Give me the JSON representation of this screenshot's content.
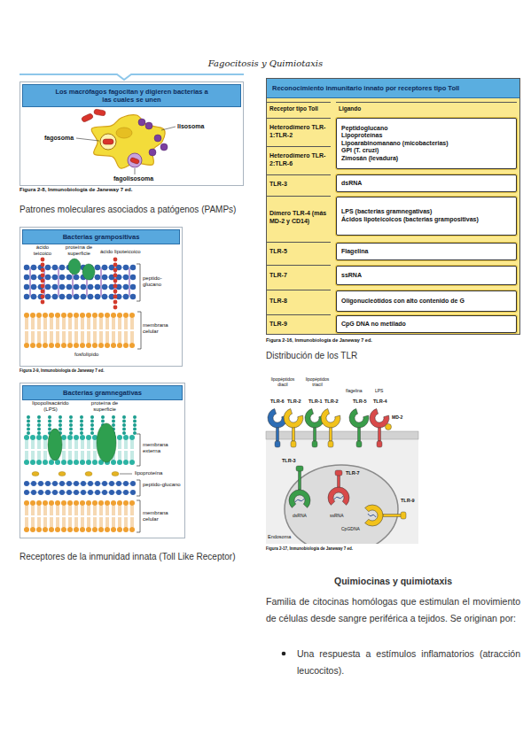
{
  "diagram": {
    "title": "Fagocitosis y Quimiotaxis",
    "nodes": [
      {
        "text": [
          "Los macrófagos fagocitan y digieren bacterias a las cuales se unen"
        ]
      },
      {
        "text": [
          "Bacterias grampositivas"
        ]
      },
      {
        "text": [
          "Bacterias gramnegativas"
        ]
      },
      {
        "text": [
          "Reconocimiento inmunitario innato por receptores tipo Toll"
        ]
      },
      {
        "text": [
          "Receptor tipo Toll"
        ],
        "in": 3
      },
      {
        "text": [
          "Ligando"
        ],
        "in": 3
      },
      {
        "text": [
          "Heterodímero TLR-1:TLR-2"
        ],
        "in": 3
      },
      {
        "text": [
          "Heterodímero TLR-2:TLR-6"
        ],
        "in": 3
      },
      {
        "text": [
          "Peptidoglucano",
          "Lipoproteínas",
          "Lipoarabinomanano (micobacterias)",
          "GPI (T. cruzi)",
          "Zimosán (levadura)"
        ],
        "in": 3
      },
      {
        "text": [
          "TLR-3"
        ],
        "in": 3
      },
      {
        "text": [
          "dsRNA"
        ],
        "in": 3
      },
      {
        "text": [
          "Dímero TLR-4 (más MD-2 y CD14)"
        ],
        "in": 3
      },
      {
        "text": [
          "LPS (bacterias gramnegativas)",
          "Ácidos lipoteicoicos (bacterias grampositivas)"
        ],
        "in": 3
      },
      {
        "text": [
          "TLR-5"
        ],
        "in": 3
      },
      {
        "text": [
          "Flagelina"
        ],
        "in": 3
      },
      {
        "text": [
          "TLR-7"
        ],
        "in": 3
      },
      {
        "text": [
          "ssRNA"
        ],
        "in": 3
      },
      {
        "text": [
          "TLR-8"
        ],
        "in": 3
      },
      {
        "text": [
          "Oligonucleótidos con alto contenido de G"
        ],
        "in": 3
      },
      {
        "text": [
          "TLR-9"
        ],
        "in": 3
      },
      {
        "text": [
          "CpG DNA no metilado"
        ],
        "in": 3
      }
    ],
    "labels": [
      "Figura 2-8, Inmunobiología de Janeway 7 ed.",
      "fagosoma",
      "lisosoma",
      "fagolisosoma",
      "Patrones moleculares asociados a patógenos (PAMPs)",
      "ácido teicoico",
      "proteína de superficie",
      "ácido lipoteicoico",
      "peptido-glucano",
      "membrana celular",
      "fosfolípido",
      "Figura 2-9, Inmunobiología de Janeway 7 ed.",
      "lipopolisacárido (LPS)",
      "proteína de superficie",
      "membrana externa",
      "lipoproteína",
      "peptido-glucano",
      "membrana celular",
      "Receptores de la inmunidad innata (Toll Like Receptor)",
      "Figura 2-16, Inmunobiología de Janeway 7 ed.",
      "Distribución de los TLR",
      "lipopéptidos diacil",
      "lipopéptidos triacil",
      "flagelina",
      "LPS",
      "TLR-6",
      "TLR-2",
      "TLR-1",
      "TLR-2",
      "TLR-5",
      "TLR-4",
      "MD-2",
      "TLR-3",
      "TLR-7",
      "dsRNA",
      "ssRNA",
      "CpGDNA",
      "TLR-9",
      "Endosoma",
      "Figura 2-17, Inmunobiología de Janeway 7 ed.",
      "Quimiocinas y quimiotaxis",
      "Familia de citocinas homólogas que estimulan el movimiento de células desde sangre periférica a tejidos. Se originan por:",
      "Una respuesta a estímulos inflamatorios (atracción leucocitos)."
    ]
  }
}
